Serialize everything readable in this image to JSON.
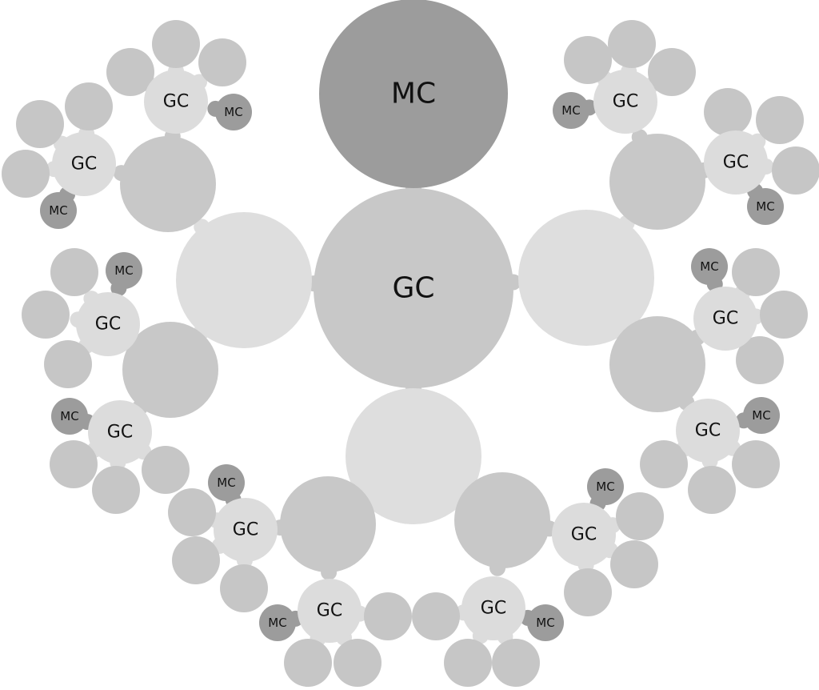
{
  "labels": {
    "main_mc": "MC",
    "main_gc": "GC",
    "gc": "GC",
    "mc": "MC"
  },
  "colors": {
    "mc": "#9c9c9c",
    "medium": "#c8c8c8",
    "light": "#dedede",
    "gc_small": "#dcdcdc",
    "leaf": "#c6c6c6"
  }
}
